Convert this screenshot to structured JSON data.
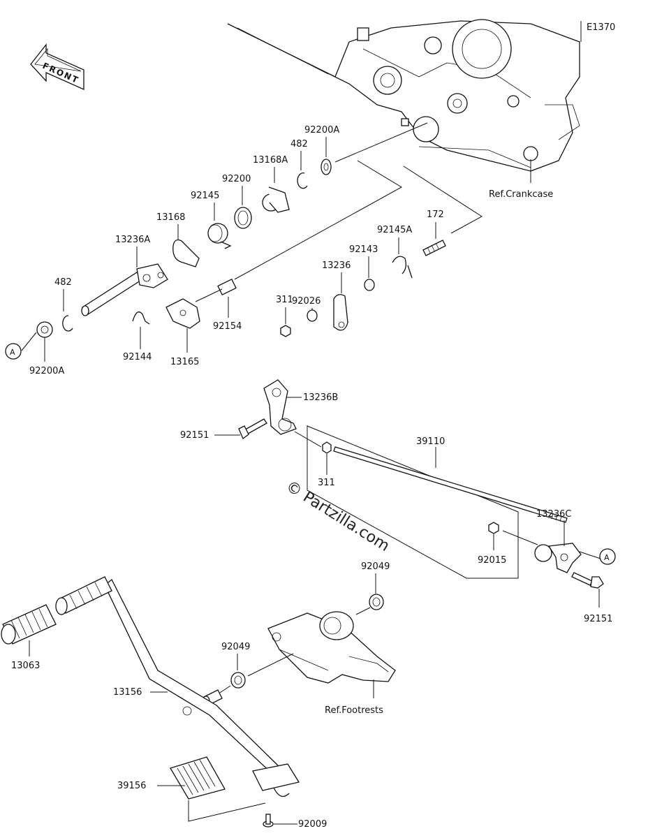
{
  "diagram_id": "E1370",
  "front_label": "FRONT",
  "watermark": "© Partzilla.com",
  "ref_labels": {
    "crankcase": "Ref.Crankcase",
    "footrests": "Ref.Footrests"
  },
  "callout_marker": "A",
  "parts": {
    "p92200A_top": "92200A",
    "p482_top": "482",
    "p13168A": "13168A",
    "p92200": "92200",
    "p92145": "92145",
    "p13168": "13168",
    "p13236A": "13236A",
    "p482_left": "482",
    "p92200A_left": "92200A",
    "p92144": "92144",
    "p13165": "13165",
    "p92154": "92154",
    "p311_top": "311",
    "p92026": "92026",
    "p13236": "13236",
    "p92143": "92143",
    "p92145A": "92145A",
    "p172": "172",
    "p13236B": "13236B",
    "p92151_left": "92151",
    "p39110": "39110",
    "p311_mid": "311",
    "p92015": "92015",
    "p13236C": "13236C",
    "p92151_right": "92151",
    "p92049_upper": "92049",
    "p92049_lower": "92049",
    "p13063": "13063",
    "p13156": "13156",
    "p39156": "39156",
    "p92009": "92009"
  }
}
